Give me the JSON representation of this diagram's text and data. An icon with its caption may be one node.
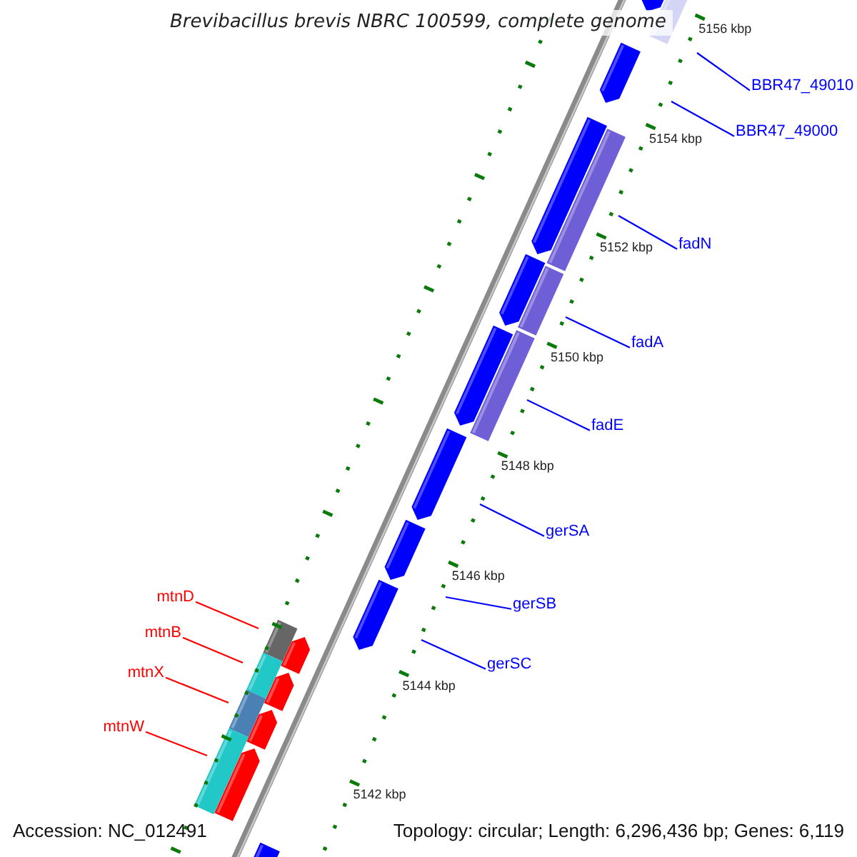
{
  "diagram": {
    "title": "Brevibacillus brevis NBRC 100599, complete genome",
    "nodes": [
      {
        "text": [
          "BBR47_49010"
        ]
      },
      {
        "text": [
          "BBR47_49000"
        ]
      },
      {
        "text": [
          "fadN"
        ]
      },
      {
        "text": [
          "fadA"
        ]
      },
      {
        "text": [
          "fadE"
        ]
      },
      {
        "text": [
          "gerSA"
        ]
      },
      {
        "text": [
          "gerSB"
        ]
      },
      {
        "text": [
          "gerSC"
        ]
      },
      {
        "text": [
          "mtnD"
        ]
      },
      {
        "text": [
          "mtnB"
        ]
      },
      {
        "text": [
          "mtnX"
        ]
      },
      {
        "text": [
          "mtnW"
        ]
      }
    ],
    "edges": [
      {
        "from": 0,
        "to": null,
        "arrow": "none"
      },
      {
        "from": 1,
        "to": null,
        "arrow": "none"
      },
      {
        "from": 2,
        "to": null,
        "arrow": "none"
      },
      {
        "from": 3,
        "to": null,
        "arrow": "none"
      },
      {
        "from": 4,
        "to": null,
        "arrow": "none"
      },
      {
        "from": 5,
        "to": null,
        "arrow": "none"
      },
      {
        "from": 6,
        "to": null,
        "arrow": "none"
      },
      {
        "from": 7,
        "to": null,
        "arrow": "none"
      },
      {
        "from": 8,
        "to": null,
        "arrow": "none",
        "color": "#ff0000"
      },
      {
        "from": 9,
        "to": null,
        "arrow": "none",
        "color": "#ff0000"
      },
      {
        "from": 10,
        "to": null,
        "arrow": "none",
        "color": "#ff0000"
      },
      {
        "from": 11,
        "to": null,
        "arrow": "none",
        "color": "#ff0000"
      }
    ],
    "labels": [
      "5156 kbp",
      "5154 kbp",
      "5152 kbp",
      "5150 kbp",
      "5148 kbp",
      "5146 kbp",
      "5144 kbp",
      "5142 kbp",
      "Accession: NC_012491",
      "Topology: circular; Length: 6,296,436 bp; Genes: 6,119"
    ]
  }
}
